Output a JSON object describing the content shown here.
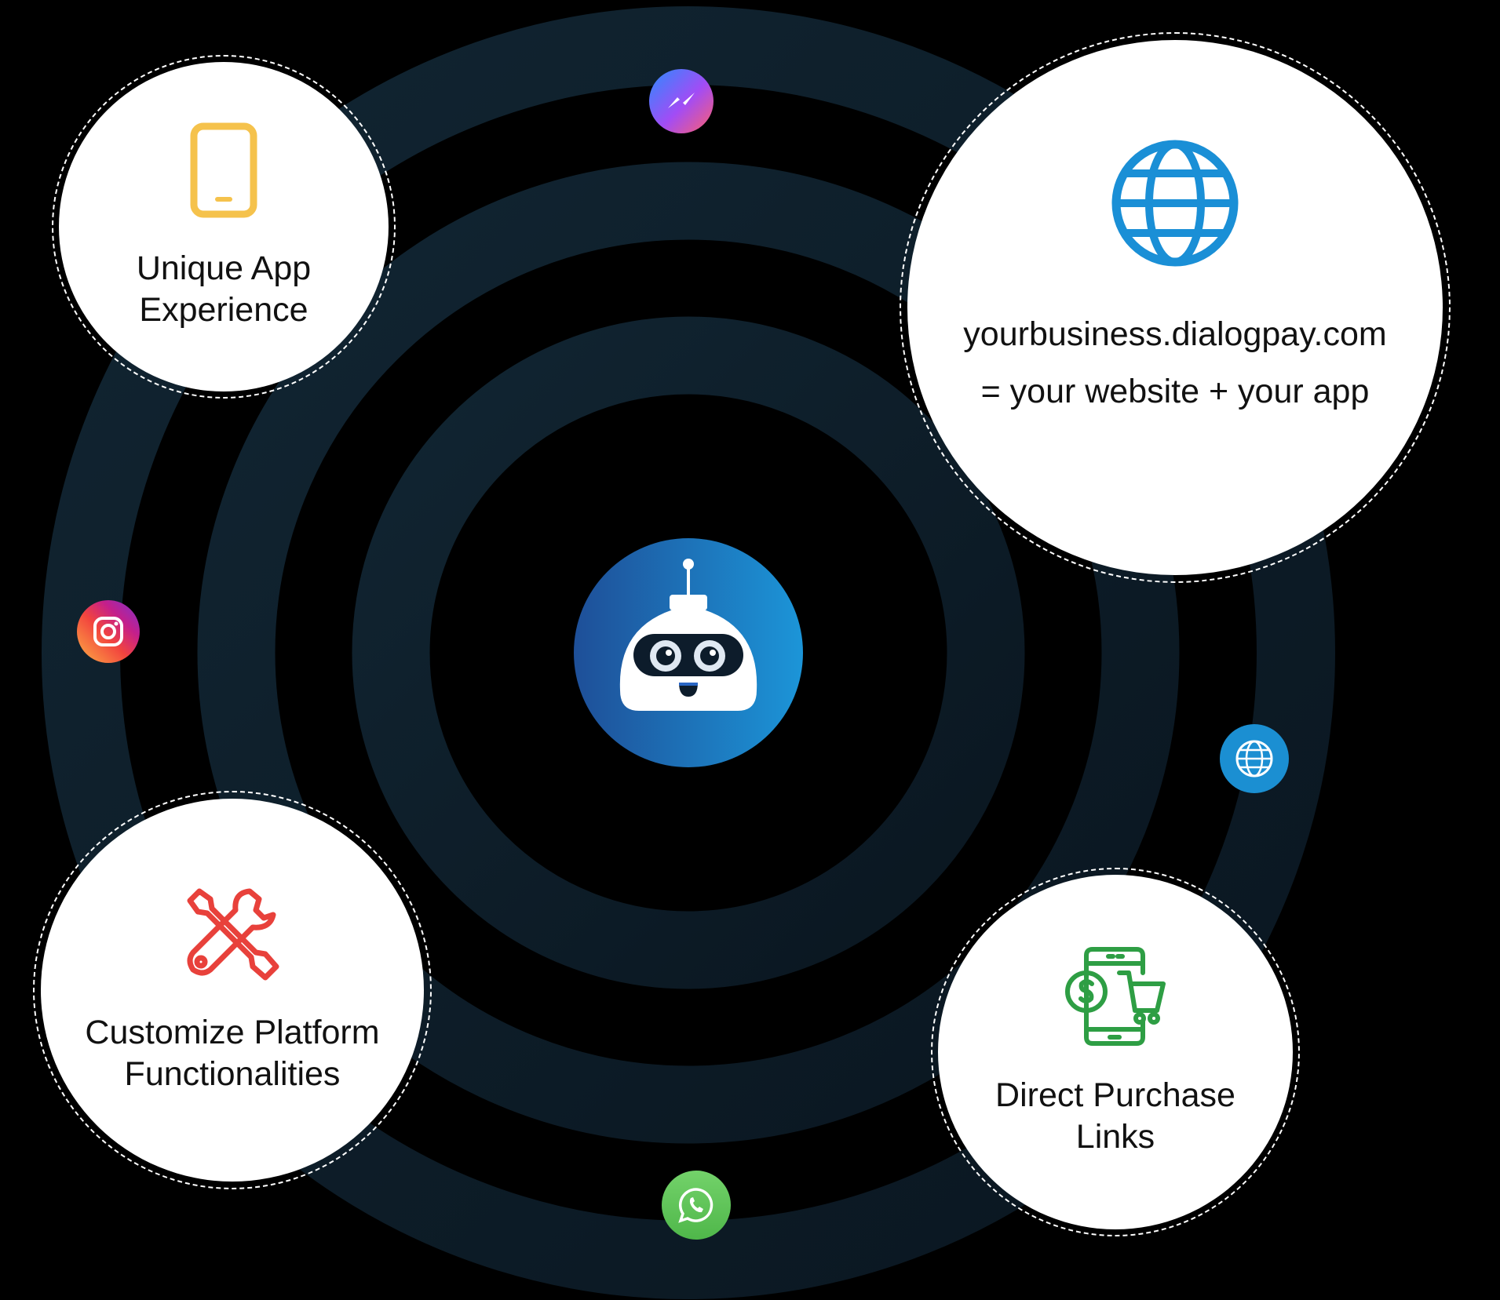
{
  "features": [
    {
      "icon": "smartphone-icon",
      "line1": "Unique App",
      "line2": "Experience",
      "color": "#f5c24c"
    },
    {
      "icon": "globe-icon",
      "line1": "yourbusiness.dialogpay.com",
      "line2": "= your website + your app",
      "color": "#1a8fd6"
    },
    {
      "icon": "tools-icon",
      "line1": "Customize Platform",
      "line2": "Functionalities",
      "color": "#e8413b"
    },
    {
      "icon": "mobile-shopping-icon",
      "line1": "Direct Purchase",
      "line2": "Links",
      "color": "#2e9e44"
    }
  ],
  "channels": [
    "messenger-icon",
    "instagram-icon",
    "website-www-icon",
    "whatsapp-icon"
  ],
  "center": {
    "icon": "chatbot-robot-icon"
  }
}
